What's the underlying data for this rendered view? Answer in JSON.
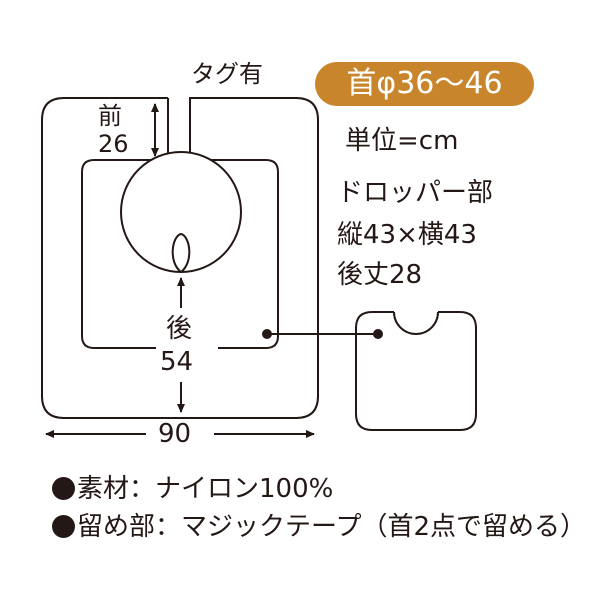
{
  "colors": {
    "line": "#231815",
    "badge_bg": "#c9852b",
    "badge_text": "#ffffff"
  },
  "diagram": {
    "tag_label": "タグ有",
    "front_label": "前",
    "front_value": "26",
    "back_label": "後",
    "back_value": "54",
    "width_value": "90",
    "neck_badge": "首φ36～46",
    "unit": "単位=cm",
    "dropper_title": "ドロッパー部",
    "dropper_size": "縦43×横43",
    "dropper_back": "後丈28"
  },
  "legend": [
    {
      "text": "素材：ナイロン100%"
    },
    {
      "text": "留め部：マジックテープ（首2点で留める）"
    }
  ]
}
